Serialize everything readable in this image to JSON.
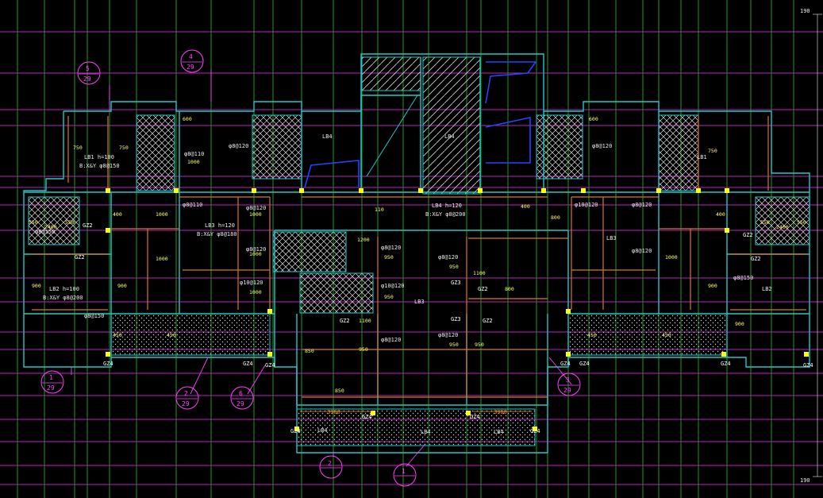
{
  "colors": {
    "background": "#000000",
    "grid_magenta": "#c020c0",
    "grid_green": "#1a9a1a",
    "wall_cyan": "#22c7c7",
    "beam_orange": "#d87a1a",
    "slab_blue": "#2244ff",
    "hatch_white": "#d8d8d8",
    "text_white": "#e8e8e8",
    "bubble_magenta": "#ff40ff"
  },
  "top_right_label": "190",
  "bottom_right_label": "190",
  "axis_bubbles": [
    {
      "num": "5",
      "den": "29"
    },
    {
      "num": "4",
      "den": "29"
    },
    {
      "num": "1",
      "den": "29"
    },
    {
      "num": "2",
      "den": "29"
    },
    {
      "num": "6",
      "den": "29"
    },
    {
      "num": "3",
      "den": "29"
    },
    {
      "num": "2",
      "den": ""
    },
    {
      "num": "1",
      "den": ""
    }
  ],
  "beam_labels": [
    {
      "id": "lb1",
      "text": "LB1 h=100"
    },
    {
      "id": "lb1b",
      "text": "B:X&Y φ8@150"
    },
    {
      "id": "lb2",
      "text": "LB2 h=100"
    },
    {
      "id": "lb2b",
      "text": "B:X&Y φ8@200"
    },
    {
      "id": "lb3",
      "text": "LB3 h=120"
    },
    {
      "id": "lb3b",
      "text": "B:X&Y φ8@180"
    },
    {
      "id": "lb4",
      "text": "LB4 h=120"
    },
    {
      "id": "lb4b",
      "text": "B:X&Y φ8@200"
    },
    {
      "id": "lb4s1",
      "text": "LB4"
    },
    {
      "id": "lb4s2",
      "text": "LB4"
    },
    {
      "id": "lb4s3",
      "text": "LB4"
    },
    {
      "id": "lb4s4",
      "text": "LB4"
    },
    {
      "id": "lb4s5",
      "text": "LB4"
    },
    {
      "id": "lb3c",
      "text": "LB3"
    },
    {
      "id": "lb3r",
      "text": "LB3"
    },
    {
      "id": "lb2r",
      "text": "LB2"
    },
    {
      "id": "lb1l",
      "text": "LB1"
    }
  ],
  "column_labels": [
    "GZ2",
    "GZ2",
    "GZ2",
    "GZ2",
    "GZ2",
    "GZ2",
    "GZ2",
    "GZ3",
    "GZ3",
    "GZ4",
    "GZ4",
    "GZ4",
    "GZ4",
    "GZ4",
    "GZ4",
    "GZ4",
    "GZ4",
    "GZ4",
    "GZ4",
    "GZ4"
  ],
  "rebar_labels": [
    "φ8@110",
    "φ8@120",
    "φ8@120",
    "φ8@110",
    "φ8@120",
    "φ10@120",
    "φ8@120",
    "φ10@120",
    "φ8@120",
    "φ8@120",
    "φ8@120",
    "φ10@120",
    "φ8@120",
    "φ8@120",
    "φ8@120",
    "φ8@150",
    "φ8@150",
    "φ8@150"
  ],
  "dim_texts": [
    "750",
    "750",
    "750",
    "1000",
    "1000",
    "1000",
    "1000",
    "1000",
    "1000",
    "1000",
    "400",
    "400",
    "400",
    "450",
    "450",
    "450",
    "450",
    "550",
    "550",
    "550",
    "550",
    "600",
    "600",
    "900",
    "900",
    "900",
    "900",
    "950",
    "950",
    "950",
    "950",
    "950",
    "950",
    "1200",
    "1100",
    "1100",
    "850",
    "850",
    "800",
    "800",
    "2400",
    "2400",
    "110"
  ],
  "orange_dims": [
    "3900",
    "3900"
  ]
}
